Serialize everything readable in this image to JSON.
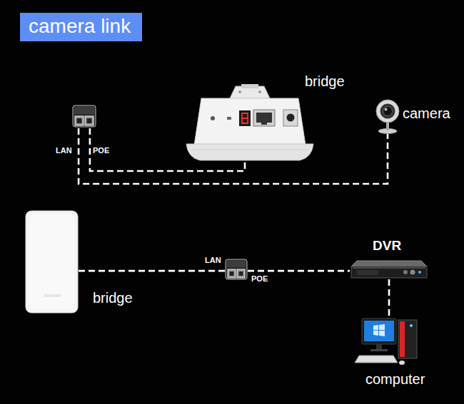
{
  "diagram": {
    "title": "camera link",
    "nodes": [
      {
        "text": [
          "bridge"
        ]
      },
      {
        "text": [
          "camera"
        ]
      },
      {
        "text": [
          "LAN",
          "POE"
        ]
      },
      {
        "text": [
          "bridge"
        ]
      },
      {
        "text": [
          "LAN",
          "POE"
        ]
      },
      {
        "text": [
          "DVR"
        ]
      },
      {
        "text": [
          "computer"
        ]
      }
    ],
    "edges": [
      {
        "from": 2,
        "to": 0,
        "arrow": "none"
      },
      {
        "from": 2,
        "to": 1,
        "arrow": "none"
      },
      {
        "from": 3,
        "to": 4,
        "arrow": "none"
      },
      {
        "from": 4,
        "to": 5,
        "arrow": "none"
      },
      {
        "from": 5,
        "to": 6,
        "arrow": "none"
      }
    ]
  }
}
